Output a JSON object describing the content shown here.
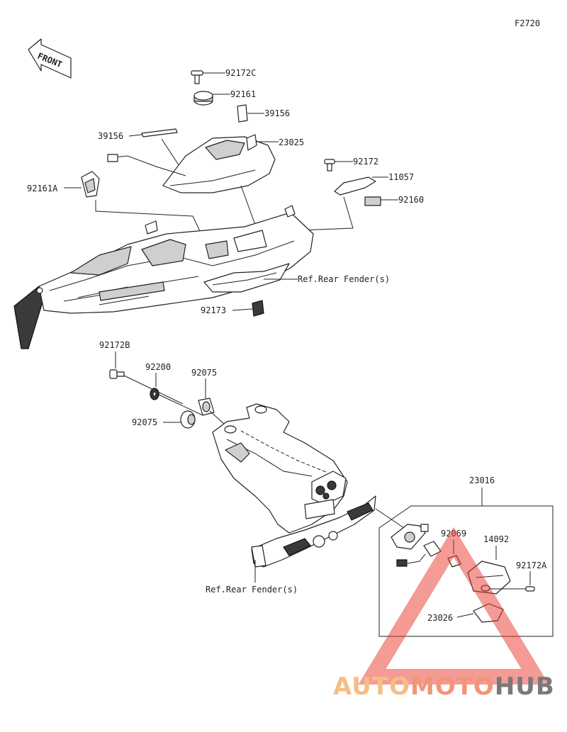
{
  "figure_code": "F2720",
  "front_label": "FRONT",
  "callouts": {
    "p92172C": "92172C",
    "p92161": "92161",
    "p39156a": "39156",
    "p39156b": "39156",
    "p23025": "23025",
    "p92172": "92172",
    "p11057": "11057",
    "p92160": "92160",
    "p92161A": "92161A",
    "ref_rear_fender_1": "Ref.Rear Fender(s)",
    "p92173": "92173",
    "p92172B": "92172B",
    "p92200": "92200",
    "p92075a": "92075",
    "p92075b": "92075",
    "p23016": "23016",
    "p92069": "92069",
    "p14092": "14092",
    "p92172A": "92172A",
    "p23026": "23026",
    "ref_rear_fender_2": "Ref.Rear Fender(s)"
  },
  "watermark": {
    "part1": "AUTO",
    "part2": "MOTO",
    "part3": "HUB",
    "color_light": "#f5b87a",
    "color_mid": "#f08a6a",
    "color_dark": "#6b6b6b",
    "triangle_color": "#e8342a"
  }
}
